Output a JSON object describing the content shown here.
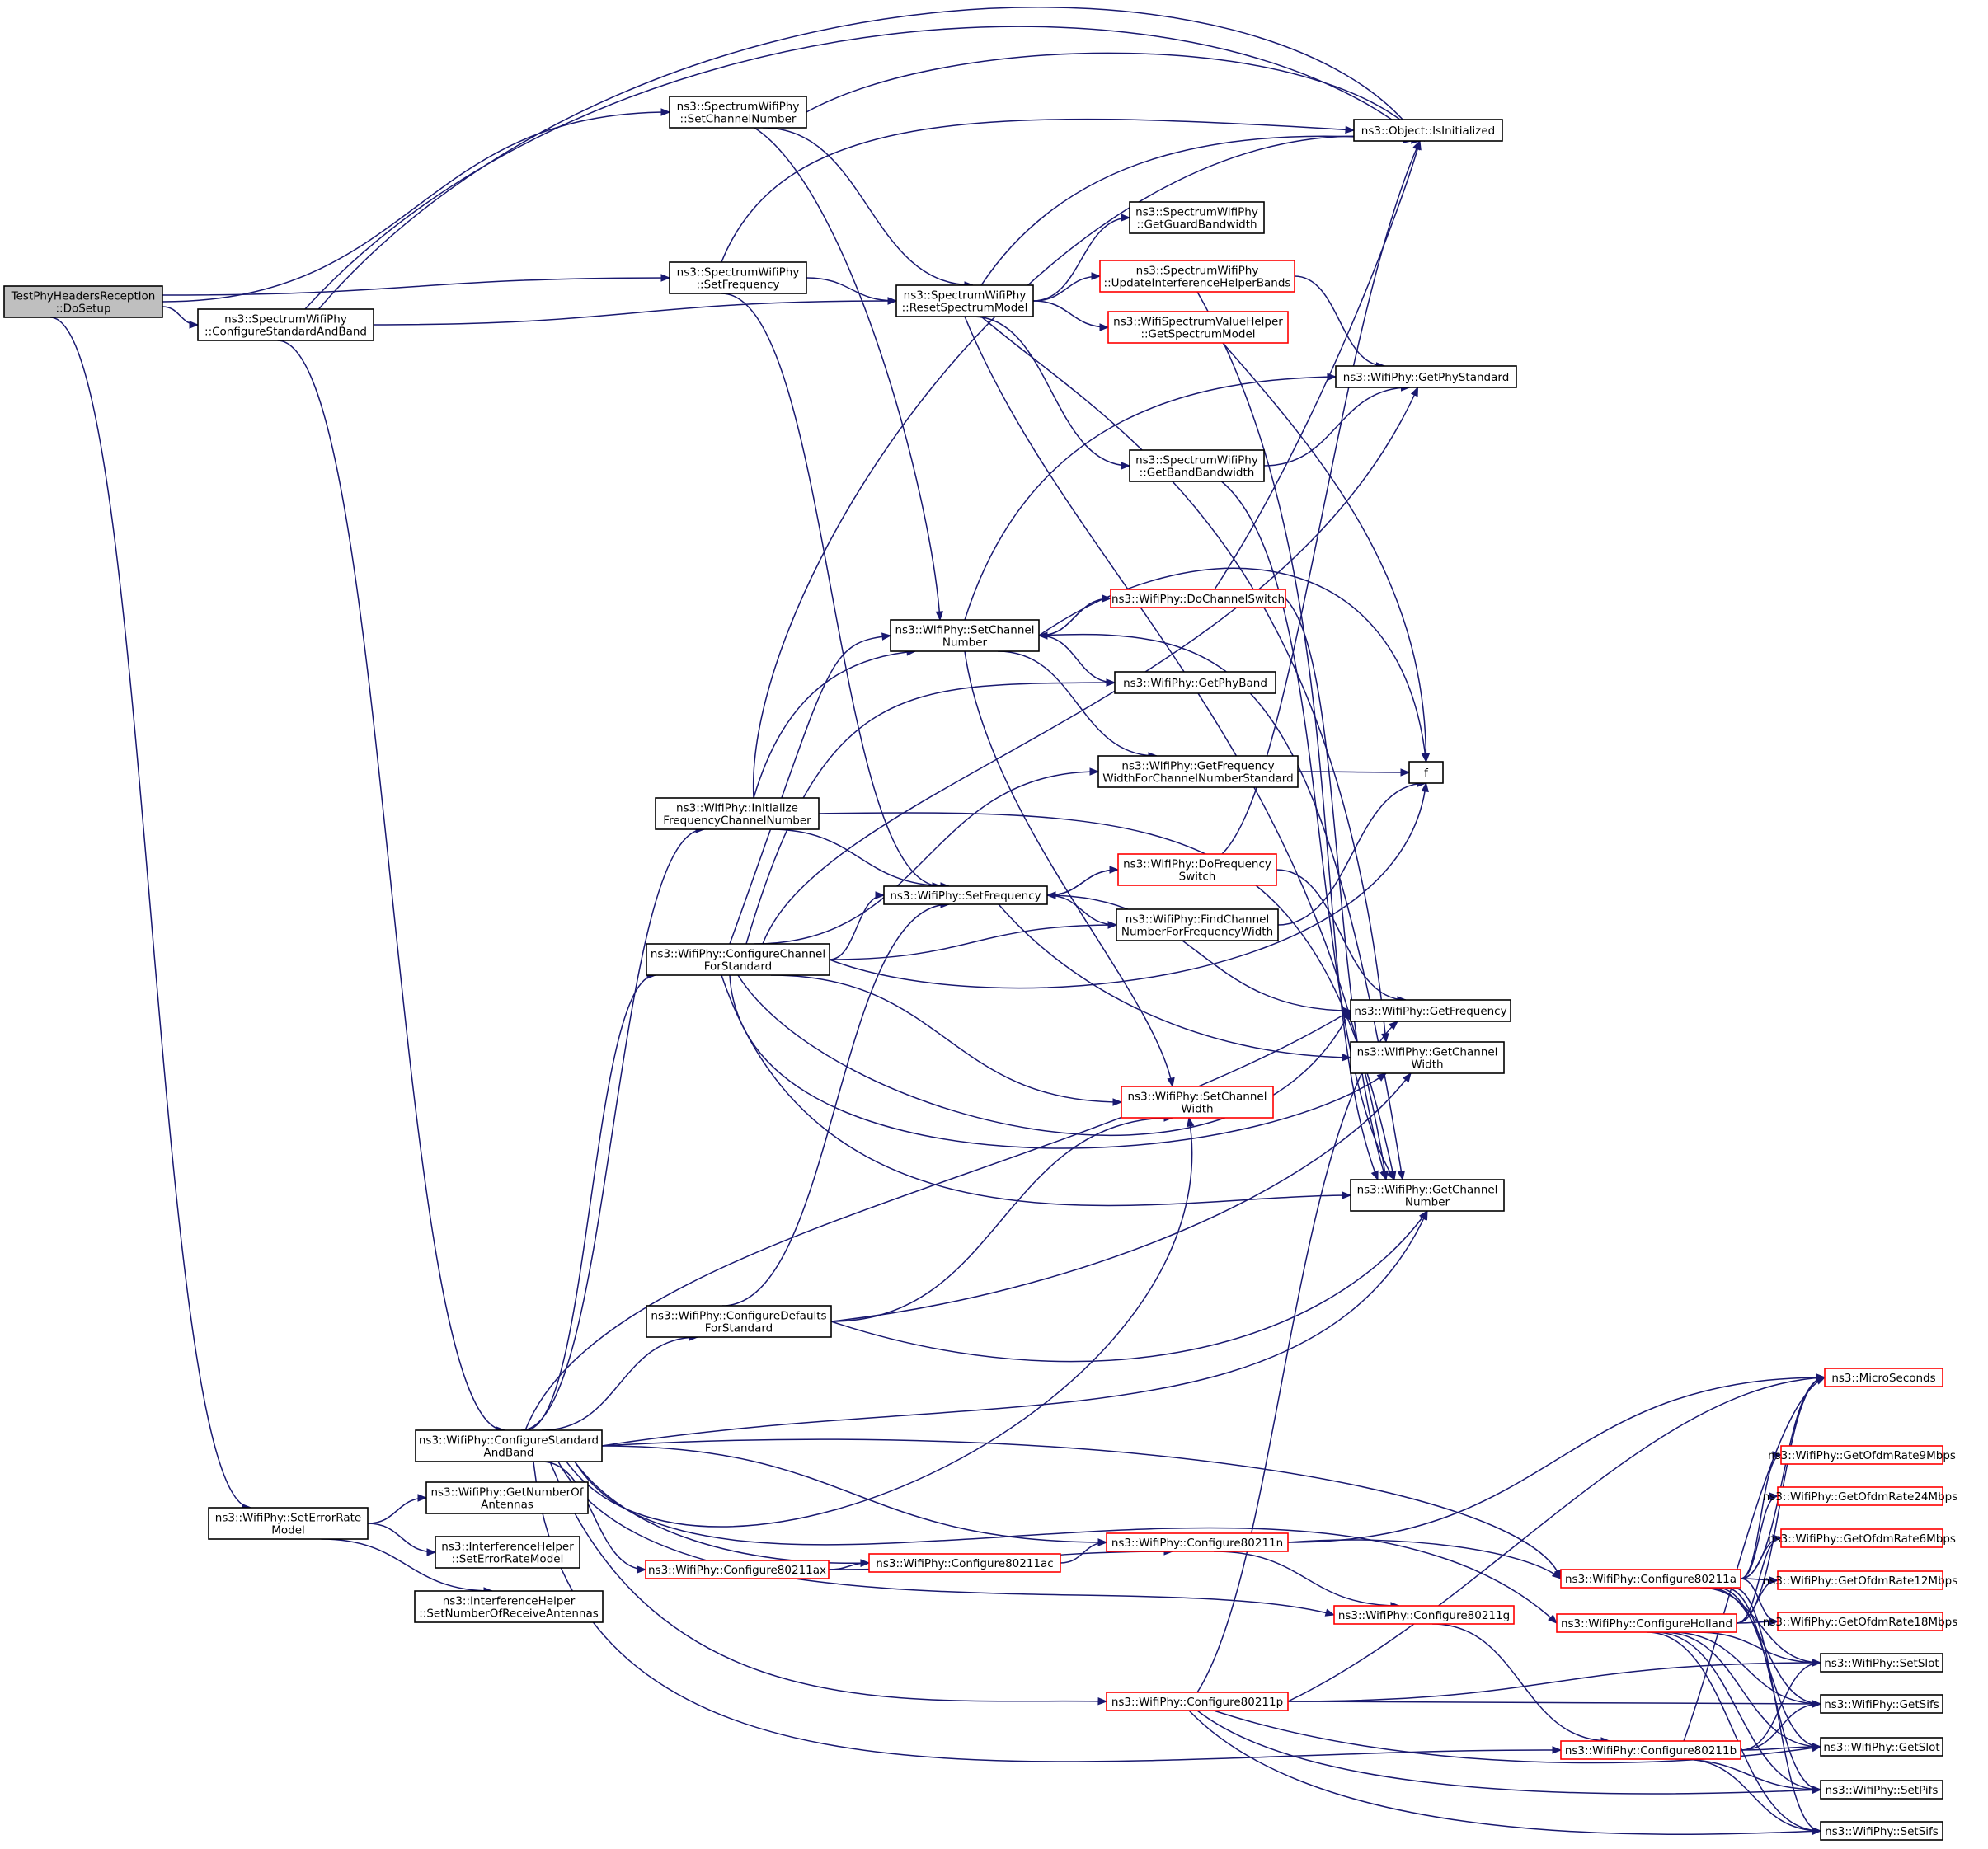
{
  "title": "",
  "colors": {
    "edge": "#191970",
    "root_fill": "#bfbfbf",
    "normal_border": "#000000",
    "red_border": "#ff0000"
  },
  "nodes": {
    "n_root": {
      "lines": [
        "TestPhyHeadersReception",
        "::DoSetup"
      ],
      "style": "root"
    },
    "n_sw_setch": {
      "lines": [
        "ns3::SpectrumWifiPhy",
        "::SetChannelNumber"
      ],
      "style": "black"
    },
    "n_sw_setfreq": {
      "lines": [
        "ns3::SpectrumWifiPhy",
        "::SetFrequency"
      ],
      "style": "black"
    },
    "n_sw_cfgstd": {
      "lines": [
        "ns3::SpectrumWifiPhy",
        "::ConfigureStandardAndBand"
      ],
      "style": "black"
    },
    "n_isinit": {
      "lines": [
        "ns3::Object::IsInitialized"
      ],
      "style": "black"
    },
    "n_sw_guardbw": {
      "lines": [
        "ns3::SpectrumWifiPhy",
        "::GetGuardBandwidth"
      ],
      "style": "black"
    },
    "n_sw_reset": {
      "lines": [
        "ns3::SpectrumWifiPhy",
        "::ResetSpectrumModel"
      ],
      "style": "black"
    },
    "n_sw_updbands": {
      "lines": [
        "ns3::SpectrumWifiPhy",
        "::UpdateInterferenceHelperBands"
      ],
      "style": "red"
    },
    "n_specval": {
      "lines": [
        "ns3::WifiSpectrumValueHelper",
        "::GetSpectrumModel"
      ],
      "style": "red"
    },
    "n_getphystd": {
      "lines": [
        "ns3::WifiPhy::GetPhyStandard"
      ],
      "style": "black"
    },
    "n_sw_bandbw": {
      "lines": [
        "ns3::SpectrumWifiPhy",
        "::GetBandBandwidth"
      ],
      "style": "black"
    },
    "n_dochsw": {
      "lines": [
        "ns3::WifiPhy::DoChannelSwitch"
      ],
      "style": "red"
    },
    "n_setchnum": {
      "lines": [
        "ns3::WifiPhy::SetChannel",
        "Number"
      ],
      "style": "black"
    },
    "n_getphyband": {
      "lines": [
        "ns3::WifiPhy::GetPhyBand"
      ],
      "style": "black"
    },
    "n_getfwfcs": {
      "lines": [
        "ns3::WifiPhy::GetFrequency",
        "WidthForChannelNumberStandard"
      ],
      "style": "black"
    },
    "n_f": {
      "lines": [
        "f"
      ],
      "style": "black"
    },
    "n_initfcn": {
      "lines": [
        "ns3::WifiPhy::Initialize",
        "FrequencyChannelNumber"
      ],
      "style": "black"
    },
    "n_dofreqsw": {
      "lines": [
        "ns3::WifiPhy::DoFrequency",
        "Switch"
      ],
      "style": "red"
    },
    "n_setfreq": {
      "lines": [
        "ns3::WifiPhy::SetFrequency"
      ],
      "style": "black"
    },
    "n_findch": {
      "lines": [
        "ns3::WifiPhy::FindChannel",
        "NumberForFrequencyWidth"
      ],
      "style": "black"
    },
    "n_cfgchstd": {
      "lines": [
        "ns3::WifiPhy::ConfigureChannel",
        "ForStandard"
      ],
      "style": "black"
    },
    "n_getfreq": {
      "lines": [
        "ns3::WifiPhy::GetFrequency"
      ],
      "style": "black"
    },
    "n_getchw": {
      "lines": [
        "ns3::WifiPhy::GetChannel",
        "Width"
      ],
      "style": "black"
    },
    "n_setchw": {
      "lines": [
        "ns3::WifiPhy::SetChannel",
        "Width"
      ],
      "style": "red"
    },
    "n_getchn": {
      "lines": [
        "ns3::WifiPhy::GetChannel",
        "Number"
      ],
      "style": "black"
    },
    "n_cfgdefstd": {
      "lines": [
        "ns3::WifiPhy::ConfigureDefaults",
        "ForStandard"
      ],
      "style": "black"
    },
    "n_cfgstdband": {
      "lines": [
        "ns3::WifiPhy::ConfigureStandard",
        "AndBand"
      ],
      "style": "black"
    },
    "n_seterr": {
      "lines": [
        "ns3::WifiPhy::SetErrorRate",
        "Model"
      ],
      "style": "black"
    },
    "n_getnant": {
      "lines": [
        "ns3::WifiPhy::GetNumberOf",
        "Antennas"
      ],
      "style": "black"
    },
    "n_ih_seterr": {
      "lines": [
        "ns3::InterferenceHelper",
        "::SetErrorRateModel"
      ],
      "style": "black"
    },
    "n_ih_setnrx": {
      "lines": [
        "ns3::InterferenceHelper",
        "::SetNumberOfReceiveAntennas"
      ],
      "style": "black"
    },
    "n_c11n": {
      "lines": [
        "ns3::WifiPhy::Configure80211n"
      ],
      "style": "red"
    },
    "n_c11ac": {
      "lines": [
        "ns3::WifiPhy::Configure80211ac"
      ],
      "style": "red"
    },
    "n_c11ax": {
      "lines": [
        "ns3::WifiPhy::Configure80211ax"
      ],
      "style": "red"
    },
    "n_c11g": {
      "lines": [
        "ns3::WifiPhy::Configure80211g"
      ],
      "style": "red"
    },
    "n_c11a": {
      "lines": [
        "ns3::WifiPhy::Configure80211a"
      ],
      "style": "red"
    },
    "n_cholland": {
      "lines": [
        "ns3::WifiPhy::ConfigureHolland"
      ],
      "style": "red"
    },
    "n_c11p": {
      "lines": [
        "ns3::WifiPhy::Configure80211p"
      ],
      "style": "red"
    },
    "n_c11b": {
      "lines": [
        "ns3::WifiPhy::Configure80211b"
      ],
      "style": "red"
    },
    "n_micro": {
      "lines": [
        "ns3::MicroSeconds"
      ],
      "style": "red"
    },
    "n_ofdm9": {
      "lines": [
        "ns3::WifiPhy::GetOfdmRate9Mbps"
      ],
      "style": "red"
    },
    "n_ofdm24": {
      "lines": [
        "ns3::WifiPhy::GetOfdmRate24Mbps"
      ],
      "style": "red"
    },
    "n_ofdm6": {
      "lines": [
        "ns3::WifiPhy::GetOfdmRate6Mbps"
      ],
      "style": "red"
    },
    "n_ofdm12": {
      "lines": [
        "ns3::WifiPhy::GetOfdmRate12Mbps"
      ],
      "style": "red"
    },
    "n_ofdm18": {
      "lines": [
        "ns3::WifiPhy::GetOfdmRate18Mbps"
      ],
      "style": "red"
    },
    "n_setslot": {
      "lines": [
        "ns3::WifiPhy::SetSlot"
      ],
      "style": "black"
    },
    "n_getsifs": {
      "lines": [
        "ns3::WifiPhy::GetSifs"
      ],
      "style": "black"
    },
    "n_getslot": {
      "lines": [
        "ns3::WifiPhy::GetSlot"
      ],
      "style": "black"
    },
    "n_setpifs": {
      "lines": [
        "ns3::WifiPhy::SetPifs"
      ],
      "style": "black"
    },
    "n_setsifs": {
      "lines": [
        "ns3::WifiPhy::SetSifs"
      ],
      "style": "black"
    }
  }
}
